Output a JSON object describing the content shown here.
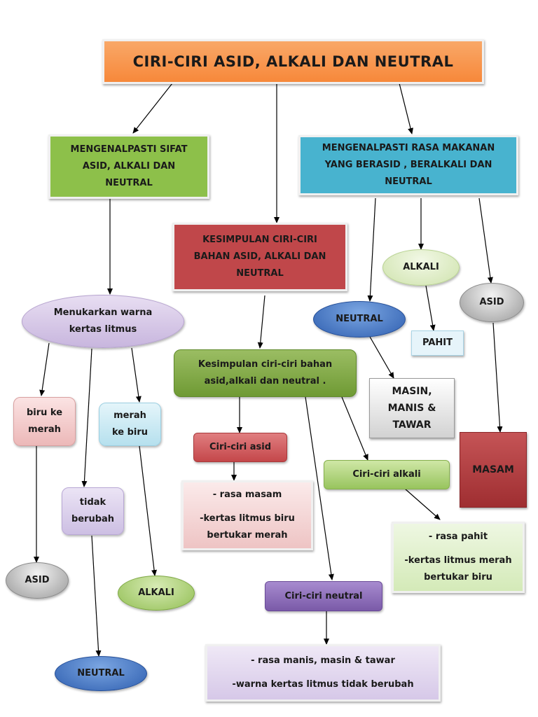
{
  "title": "CIRI-CIRI ASID, ALKALI DAN NEUTRAL",
  "green_box": [
    "MENGENALPASTI SIFAT",
    "ASID, ALKALI DAN",
    "NEUTRAL"
  ],
  "blue_box": [
    "MENGENALPASTI RASA MAKANAN",
    "YANG BERASID , BERALKALI DAN",
    "NEUTRAL"
  ],
  "red_box": [
    "KESIMPULAN CIRI-CIRI",
    "BAHAN ASID, ALKALI  DAN",
    "NEUTRAL"
  ],
  "litmus_ellipse": [
    "Menukarkan warna",
    "kertas litmus"
  ],
  "conclusion_box": [
    "Kesimpulan ciri-ciri bahan",
    "asid,alkali dan neutral ."
  ],
  "litmus_left": {
    "blue_to_red": [
      "biru ke",
      "merah"
    ],
    "red_to_blue": [
      "merah",
      "ke biru"
    ],
    "unchanged": [
      "tidak",
      "berubah"
    ],
    "asid": "ASID",
    "alkali": "ALKALI",
    "neutral": "NEUTRAL"
  },
  "acid_traits": {
    "label": "Ciri-ciri asid",
    "items": [
      "- rasa masam",
      "-kertas litmus biru",
      "bertukar merah"
    ]
  },
  "alkali_traits": {
    "label": "Ciri-ciri alkali",
    "items": [
      "- rasa pahit",
      "-kertas litmus merah",
      "bertukar biru"
    ]
  },
  "neutral_traits": {
    "label": "Ciri-ciri neutral",
    "items": [
      "- rasa manis, masin & tawar",
      "-warna kertas litmus tidak berubah"
    ]
  },
  "taste_right": {
    "neutral": "NEUTRAL",
    "alkali": "ALKALI",
    "asid": "ASID",
    "pahit": "PAHIT",
    "masin": [
      "MASIN,",
      "MANIS &",
      "TAWAR"
    ],
    "masam": "MASAM"
  }
}
